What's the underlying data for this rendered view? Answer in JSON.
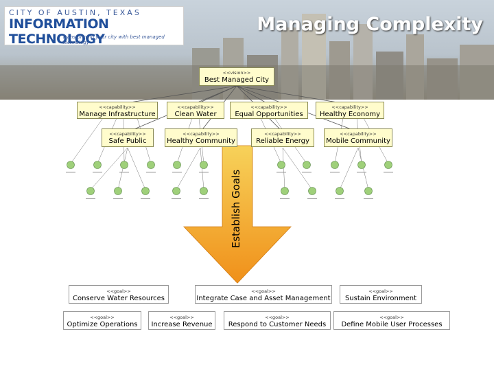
{
  "header": {
    "logo_line1": "CITY OF AUSTIN, TEXAS",
    "logo_line2": "INFORMATION TECHNOLOGY",
    "logo_tagline": "Transforming your city with best managed technology",
    "title": "Managing Complexity"
  },
  "vision": {
    "stereotype": "<<vision>>",
    "name": "Best Managed City"
  },
  "capabilities": [
    {
      "stereotype": "<<capability>>",
      "name": "Manage Infrastructure"
    },
    {
      "stereotype": "<<capability>>",
      "name": "Clean Water"
    },
    {
      "stereotype": "<<capability>>",
      "name": "Equal Opportunities"
    },
    {
      "stereotype": "<<capability>>",
      "name": "Healthy Economy"
    },
    {
      "stereotype": "<<capability>>",
      "name": "Safe Public"
    },
    {
      "stereotype": "<<capability>>",
      "name": "Healthy Community"
    },
    {
      "stereotype": "<<capability>>",
      "name": "Reliable Energy"
    },
    {
      "stereotype": "<<capability>>",
      "name": "Mobile Community"
    }
  ],
  "arrow_label": "Establish Goals",
  "goals": [
    {
      "stereotype": "<<goal>>",
      "name": "Conserve Water Resources"
    },
    {
      "stereotype": "<<goal>>",
      "name": "Integrate Case and Asset Management"
    },
    {
      "stereotype": "<<goal>>",
      "name": "Sustain Environment"
    },
    {
      "stereotype": "<<goal>>",
      "name": "Optimize Operations"
    },
    {
      "stereotype": "<<goal>>",
      "name": "Increase Revenue"
    },
    {
      "stereotype": "<<goal>>",
      "name": "Respond to Customer Needs"
    },
    {
      "stereotype": "<<goal>>",
      "name": "Define Mobile User Processes"
    }
  ],
  "colors": {
    "box_fill": "#fffccc",
    "arrow_top": "#f7d25a",
    "arrow_bottom": "#f0901a",
    "node_icon": "#9fd07a",
    "title_text": "#ffffff",
    "logo_blue": "#1f4e9a"
  },
  "icons": [
    "skyline-image",
    "globe-node-icon"
  ]
}
